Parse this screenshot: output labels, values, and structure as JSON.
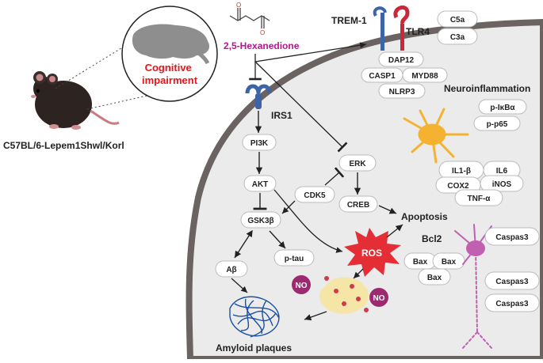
{
  "mouse": {
    "strain": "C57BL/6-Lepem1Shwl/Korl",
    "zoom_label": "Cognitive impairment",
    "zoom_color": "#e8141d"
  },
  "toxin": {
    "label": "2,5-Hexanedione",
    "color": "#b5178f"
  },
  "receptors": {
    "trem1": "TREM-1",
    "tlr4": "TLR4",
    "irs1": "IRS1",
    "complement": [
      "C5a",
      "C3a"
    ]
  },
  "tlr_adaptors": [
    "DAP12",
    "CASP1",
    "MYD88",
    "NLRP3"
  ],
  "neuroinflammation": {
    "title": "Neuroinflammation",
    "markers": [
      "p-IκBα",
      "p-p65"
    ],
    "cytokines": [
      "IL1-β",
      "IL6",
      "COX2",
      "iNOS",
      "TNF-α"
    ]
  },
  "insulin_pathway": [
    "PI3K",
    "AKT",
    "GSK3β",
    "Aβ",
    "p-tau"
  ],
  "erk_pathway": [
    "ERK",
    "CDK5",
    "CREB"
  ],
  "stress": {
    "ros": "ROS",
    "apoptosis": "Apoptosis",
    "no": "NO"
  },
  "apoptosis_markers": {
    "bcl2": "Bcl2",
    "bax": [
      "Bax",
      "Bax",
      "Bax"
    ],
    "caspase": [
      "Caspas3",
      "Caspas3",
      "Caspas3"
    ]
  },
  "plaques": {
    "label": "Amyloid plaques"
  },
  "colors": {
    "cell_fill": "#ebebeb",
    "membrane": "#6b6262",
    "receptor_blue": "#3d63a8",
    "receptor_red": "#c8283a",
    "microglia": "#f5b230",
    "ros": "#e52d36",
    "neuron": "#c15fb1",
    "no_circle": "#9b2a6e",
    "plaque_blue": "#1a4fa3"
  }
}
